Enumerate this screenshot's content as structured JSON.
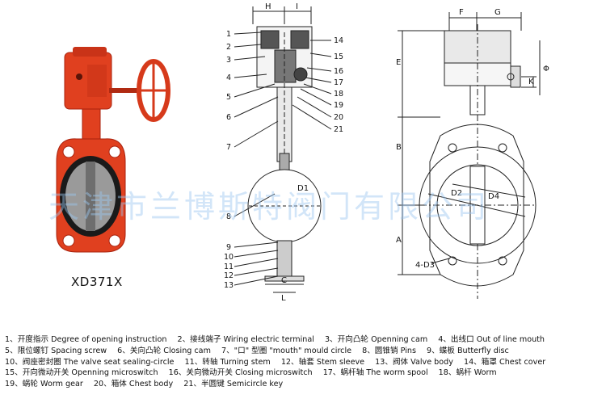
{
  "model": "XD371X",
  "watermark": "天津市兰博斯特阀门有限公司",
  "callouts": [
    "1",
    "2",
    "3",
    "4",
    "5",
    "6",
    "7",
    "8",
    "9",
    "10",
    "11",
    "12",
    "13",
    "14",
    "15",
    "16",
    "17",
    "18",
    "19",
    "20",
    "21"
  ],
  "dimension_labels": {
    "H": "H",
    "I": "I",
    "C": "C",
    "L": "L",
    "D1": "D1",
    "F": "F",
    "G": "G",
    "E": "E",
    "K": "K",
    "B": "B",
    "A": "A",
    "D2": "D2",
    "D4": "D4",
    "phi": "Φ",
    "bolt": "4-D3"
  },
  "legend_rows": [
    [
      "1、开度指示 Degree of opening instruction",
      "2、接线端子 Wiring electric terminal",
      "3、开向凸轮 Openning cam",
      "4、出线口 Out of line mouth"
    ],
    [
      "5、限位螺钉 Spacing screw",
      "6、关向凸轮 Closing cam",
      "7、\"口\" 型圈 \"mouth\" mould circle",
      "8、圆锥销 Pins",
      "9、蝶板 Butterfly disc"
    ],
    [
      "10、阀座密封圈 The valve seat sealing-circle",
      "11、转轴 Turning stem",
      "12、轴套 Stem sleeve",
      "13、阀体 Valve body",
      "14、箱罩 Chest cover"
    ],
    [
      "15、开向微动开关 Openning microswitch",
      "16、关向微动开关 Closing microswitch",
      "17、蜗杆轴 The worm spool",
      "18、蜗杆 Worm"
    ],
    [
      "19、蜗轮 Worm gear",
      "20、箱体 Chest body",
      "21、半圆键 Semicircle key"
    ]
  ],
  "colors": {
    "valve_red": "#e0401f",
    "dark_red": "#a8220e",
    "disc_grey": "#8b8b8b",
    "line": "#222222"
  }
}
